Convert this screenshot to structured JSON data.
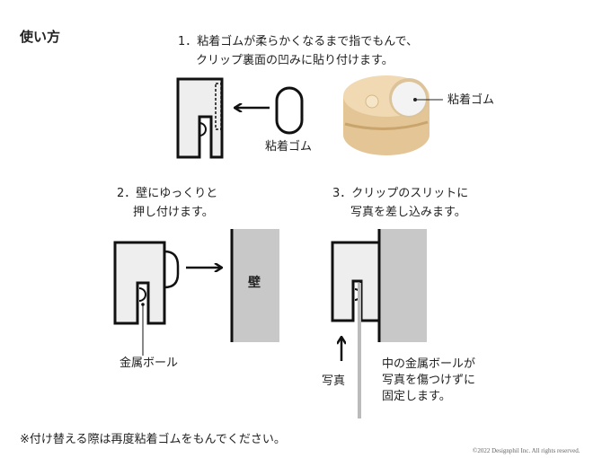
{
  "heading": "使い方",
  "step1": {
    "line1": "1．粘着ゴムが柔らかくなるまで指でもんで、",
    "line2": "クリップ裏面の凹みに貼り付けます。",
    "oval_label": "粘着ゴム",
    "photo_label": "粘着ゴム"
  },
  "step2": {
    "line1": "2．壁にゆっくりと",
    "line2": "押し付けます。",
    "wall_label": "壁",
    "ball_label": "金属ボール"
  },
  "step3": {
    "line1": "3．クリップのスリットに",
    "line2": "写真を差し込みます。",
    "photo_label": "写真",
    "note1": "中の金属ボールが",
    "note2": "写真を傷つけずに",
    "note3": "固定します。"
  },
  "footer_note": "※付け替える際は再度粘着ゴムをもんでください。",
  "copyright": "©2022 Designphil Inc. All rights reserved.",
  "colors": {
    "clip_fill": "#eeeeee",
    "wall": "#c8c8c8",
    "wood": "#e9cfa3",
    "photo": "#bbbbbb"
  }
}
